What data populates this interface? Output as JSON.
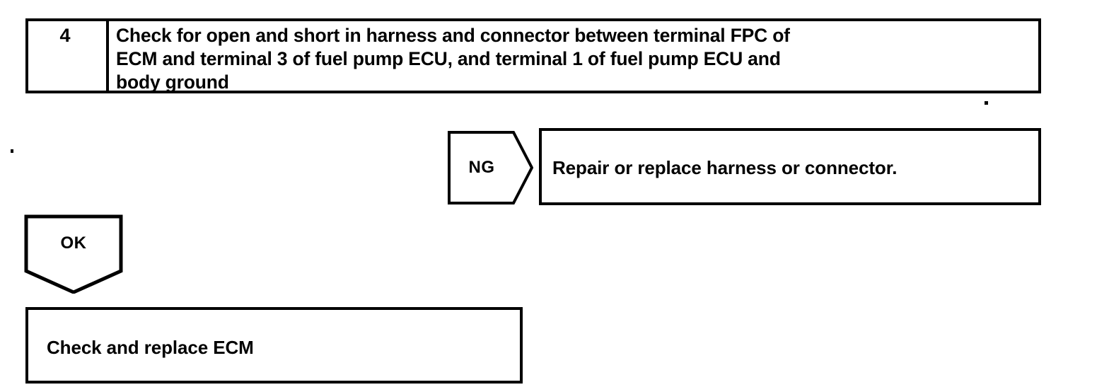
{
  "document": {
    "type": "diagnostic-flowchart",
    "ink_color": "#000000",
    "background_color": "#ffffff"
  },
  "step": {
    "number": "4",
    "instruction": "Check for open and short in harness and connector between terminal FPC of\nECM and terminal 3 of fuel pump ECU, and terminal 1 of fuel pump ECU and\nbody ground"
  },
  "branches": {
    "ng": {
      "label": "NG",
      "result_text": "Repair or replace harness or connector."
    },
    "ok": {
      "label": "OK",
      "result_text": "Check and replace ECM"
    }
  }
}
